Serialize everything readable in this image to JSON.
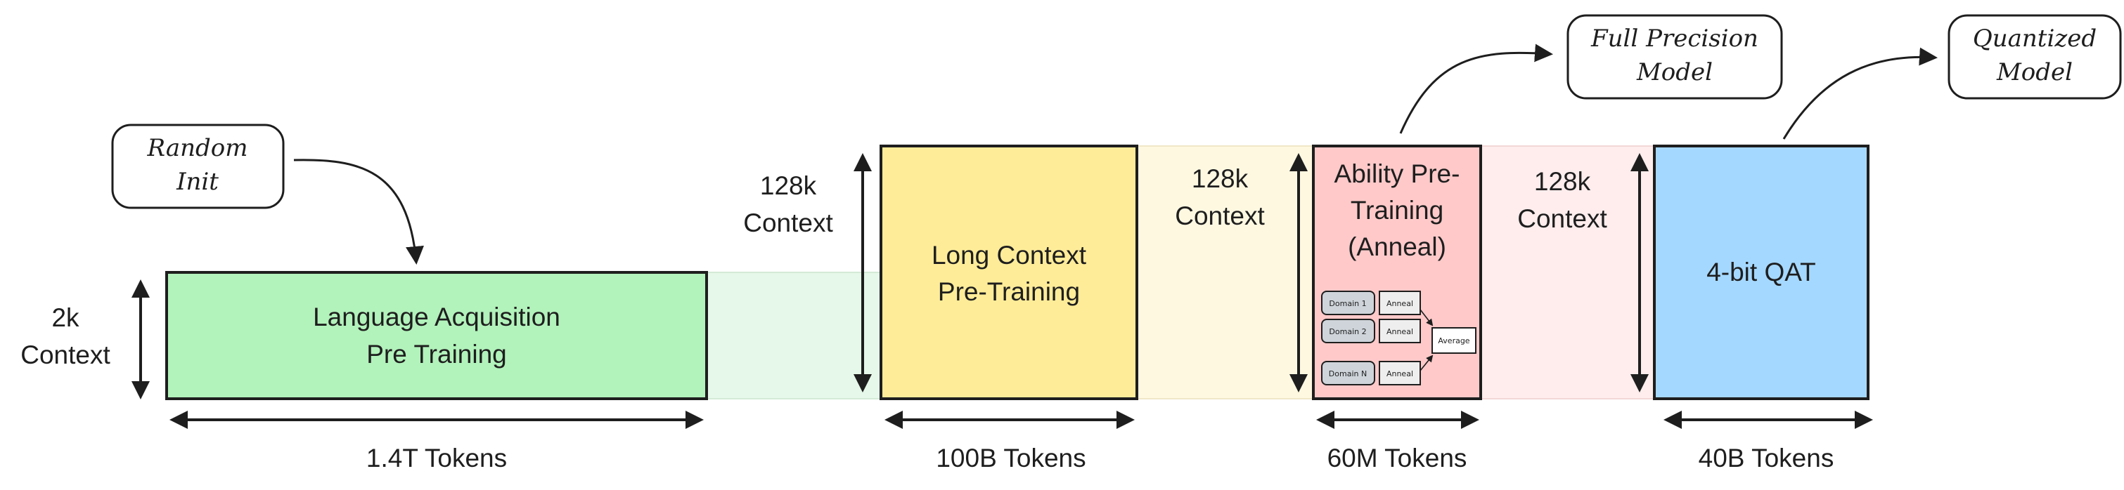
{
  "colors": {
    "stroke": "#1e1e1e",
    "language_fill": "#b2f2bb",
    "language_transition": "#e6f8e9",
    "long_context_fill": "#ffec99",
    "long_context_transition": "#fff8e1",
    "ability_fill": "#ffc9c9",
    "ability_transition": "#ffeded",
    "qat_fill": "#a5d8ff",
    "mini_box_fill": "#ced4da"
  },
  "notes": {
    "random_init": [
      "Random",
      "Init"
    ],
    "full_precision": [
      "Full Precision",
      "Model"
    ],
    "quantized": [
      "Quantized",
      "Model"
    ]
  },
  "context": {
    "short": [
      "2k",
      "Context"
    ],
    "long_1": [
      "128k",
      "Context"
    ],
    "long_2": [
      "128k",
      "Context"
    ],
    "long_3": [
      "128k",
      "Context"
    ]
  },
  "stages": {
    "language": [
      "Language Acquisition",
      "Pre Training"
    ],
    "long_context": [
      "Long Context",
      "Pre-Training"
    ],
    "ability": [
      "Ability Pre-",
      "Training",
      "(Anneal)"
    ],
    "qat": [
      "4-bit QAT"
    ]
  },
  "tokens": {
    "language": "1.4T Tokens",
    "long_context": "100B Tokens",
    "ability": "60M Tokens",
    "qat": "40B Tokens"
  },
  "anneal_inset": {
    "domains": [
      "Domain 1",
      "Domain 2",
      "Domain N"
    ],
    "anneal": "Anneal",
    "average": "Average"
  }
}
